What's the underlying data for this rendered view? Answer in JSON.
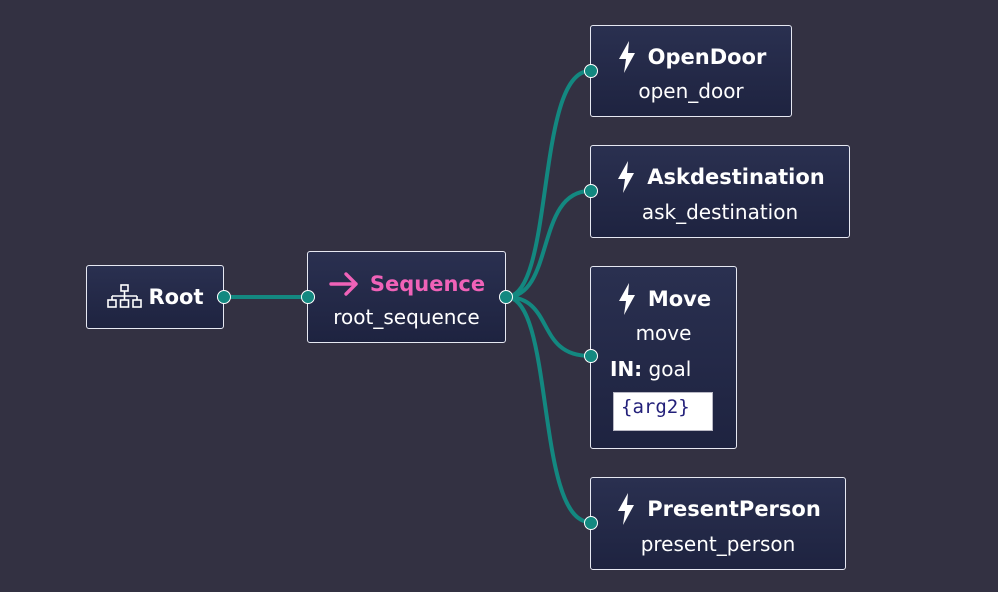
{
  "colors": {
    "background": "#333142",
    "edge": "#138880",
    "sequence_accent": "#f062b8",
    "node_text": "#ffffff",
    "arg_text": "#23207a"
  },
  "nodes": {
    "root": {
      "title": "Root",
      "icon": "tree-structure-icon"
    },
    "sequence": {
      "title": "Sequence",
      "subtitle": "root_sequence",
      "icon": "arrow-right-icon"
    },
    "open_door": {
      "title": "OpenDoor",
      "subtitle": "open_door",
      "icon": "lightning-icon"
    },
    "ask_destination": {
      "title": "Askdestination",
      "subtitle": "ask_destination",
      "icon": "lightning-icon"
    },
    "move": {
      "title": "Move",
      "subtitle": "move",
      "icon": "lightning-icon",
      "port_direction": "IN:",
      "port_name": "goal",
      "port_value": "{arg2}"
    },
    "present_person": {
      "title": "PresentPerson",
      "subtitle": "present_person",
      "icon": "lightning-icon"
    }
  }
}
